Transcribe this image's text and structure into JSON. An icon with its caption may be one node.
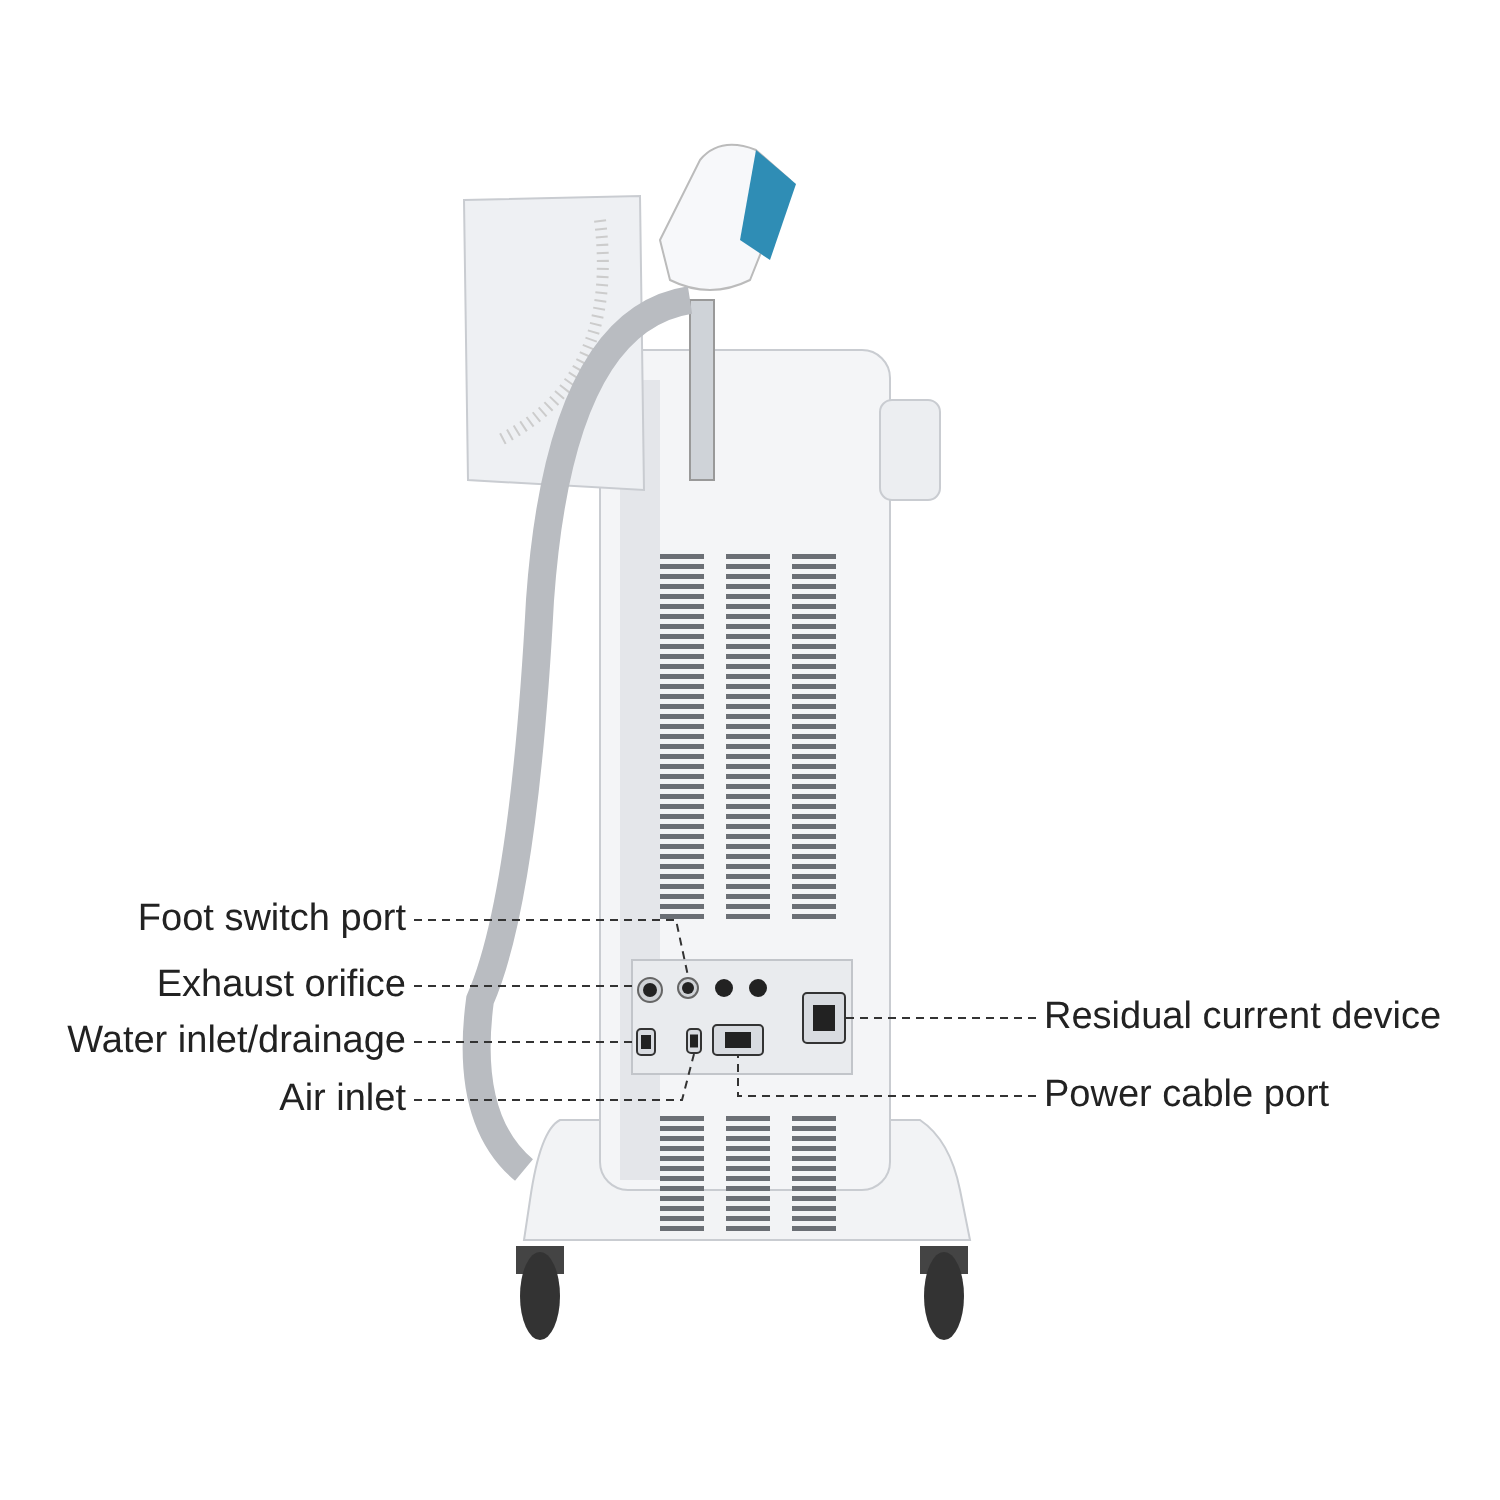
{
  "diagram": {
    "nodes": [
      {
        "text": [
          "Foot switch port"
        ]
      },
      {
        "text": [
          "Exhaust orifice"
        ]
      },
      {
        "text": [
          "Water inlet/drainage"
        ]
      },
      {
        "text": [
          "Air inlet"
        ]
      },
      {
        "text": [
          "Residual current device"
        ]
      },
      {
        "text": [
          "Power cable port"
        ]
      },
      {
        "text": [],
        "shape": "circle"
      },
      {
        "text": [],
        "shape": "circle"
      },
      {
        "text": [],
        "shape": "box"
      },
      {
        "text": [],
        "shape": "box"
      },
      {
        "text": [],
        "shape": "box"
      },
      {
        "text": [],
        "shape": "box"
      }
    ],
    "edges": [
      {
        "from": 0,
        "to": 7,
        "arrow": "none",
        "style": "dashed"
      },
      {
        "from": 1,
        "to": 6,
        "arrow": "none",
        "style": "dashed"
      },
      {
        "from": 2,
        "to": 8,
        "arrow": "none",
        "style": "dashed"
      },
      {
        "from": 3,
        "to": 9,
        "arrow": "none",
        "style": "dashed"
      },
      {
        "from": 4,
        "to": 11,
        "arrow": "none",
        "style": "dashed"
      },
      {
        "from": 5,
        "to": 10,
        "arrow": "none",
        "style": "dashed"
      }
    ]
  }
}
